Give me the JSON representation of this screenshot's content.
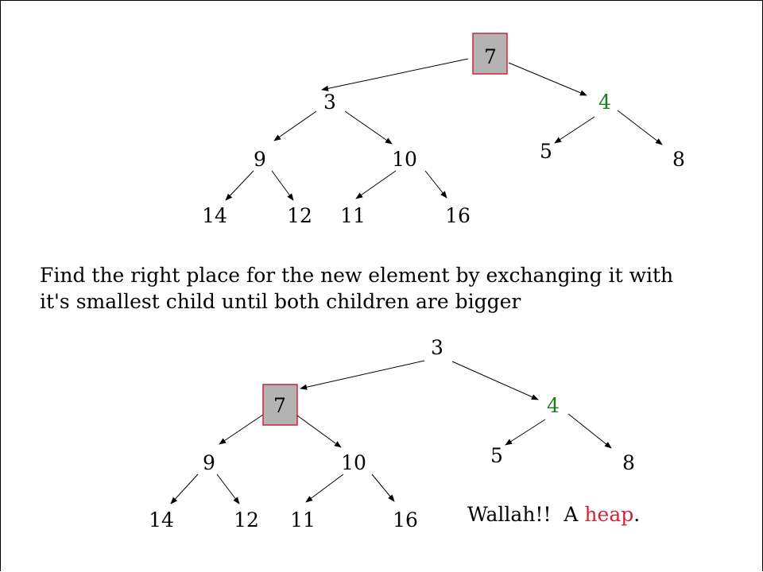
{
  "colors": {
    "highlight_fill": "#b3b3b3",
    "highlight_border": "#d0243a",
    "green": "#1e7a1e",
    "red": "#d0243a",
    "text": "#000000"
  },
  "tree_before": {
    "root": "7",
    "left": "3",
    "right": "4",
    "left_left": "9",
    "left_right": "10",
    "right_left": "5",
    "right_right": "8",
    "ll_left": "14",
    "ll_right": "12",
    "lr_left": "11",
    "lr_right": "16"
  },
  "caption": {
    "line1": "Find the right place for the new element by exchanging it with",
    "line2": "it's smallest child until both children are bigger"
  },
  "tree_after": {
    "root": "3",
    "left": "7",
    "right": "4",
    "left_left": "9",
    "left_right": "10",
    "right_left": "5",
    "right_right": "8",
    "ll_left": "14",
    "ll_right": "12",
    "lr_left": "11",
    "lr_right": "16"
  },
  "footer": {
    "prefix": "Wallah!!  A ",
    "highlight": "heap",
    "suffix": "."
  }
}
